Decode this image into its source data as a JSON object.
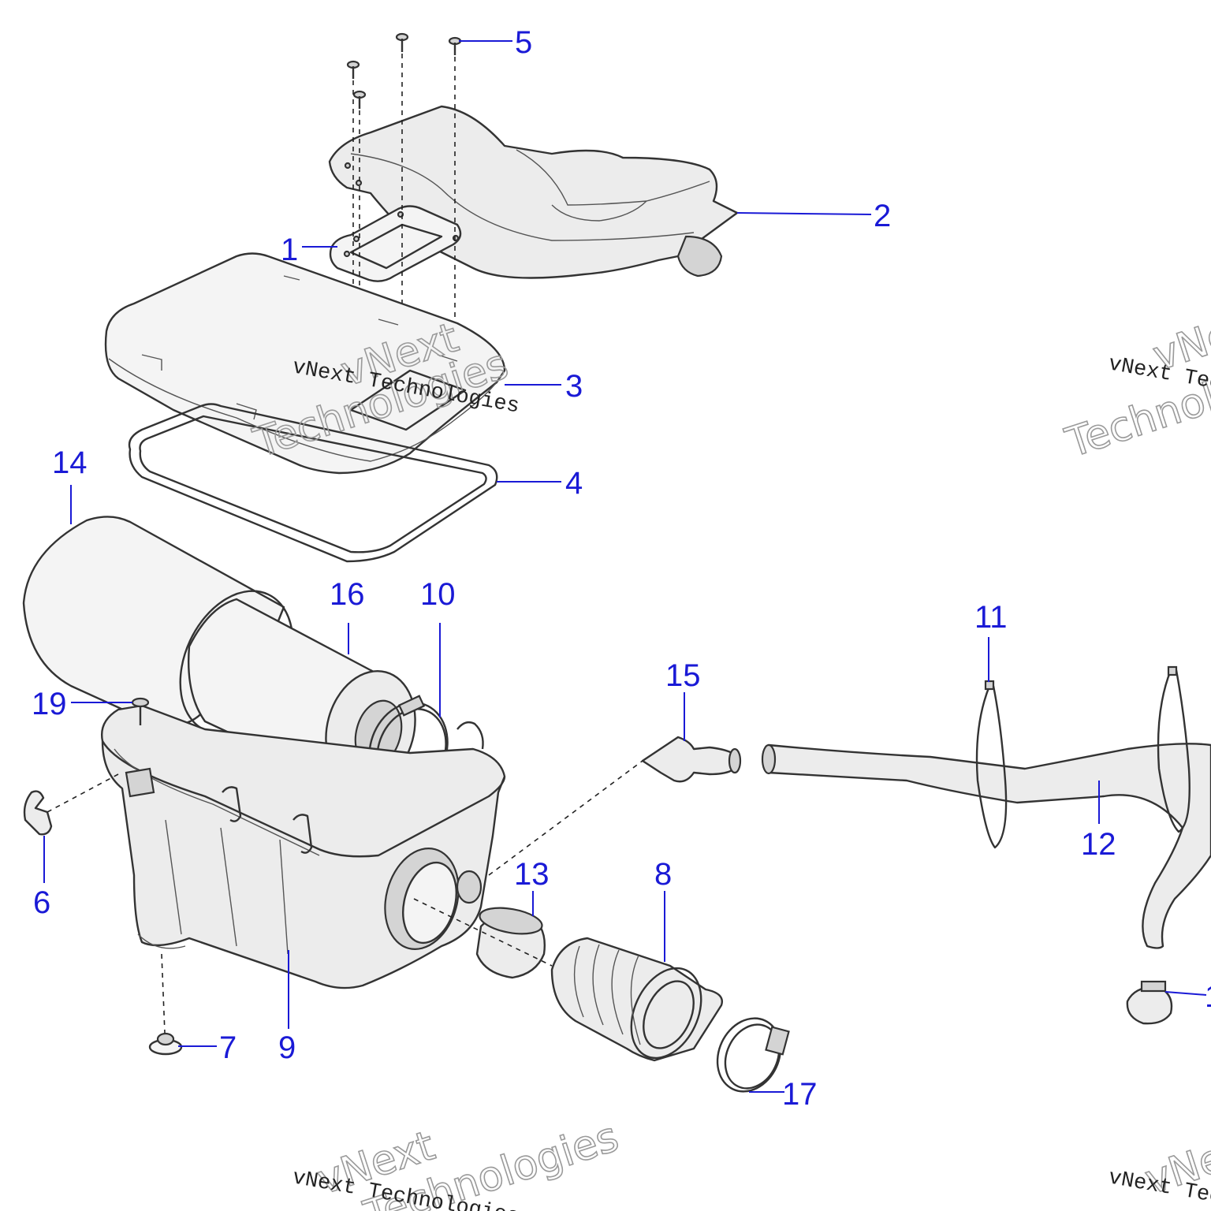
{
  "callouts": {
    "c1": "1",
    "c2": "2",
    "c3": "3",
    "c4": "4",
    "c5": "5",
    "c6": "6",
    "c7": "7",
    "c8": "8",
    "c9": "9",
    "c10": "10",
    "c11": "11",
    "c12": "12",
    "c13": "13",
    "c14": "14",
    "c15": "15",
    "c16": "16",
    "c17": "17",
    "c19": "19",
    "c18_partial": "1"
  },
  "watermark": {
    "line": "vNext Technologies",
    "word1": "vNext",
    "word2": "Technologies"
  },
  "colors": {
    "callout": "#1a1ad6",
    "part_fill": "#ececec",
    "part_stroke": "#333333",
    "watermark_outline": "#9a9a9a"
  }
}
